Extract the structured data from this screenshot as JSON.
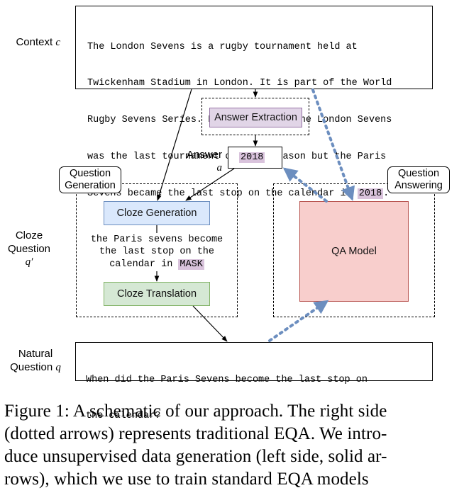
{
  "labels": {
    "context_word": "Context",
    "context_var": "c",
    "answer_word": "Answer",
    "answer_var": "a",
    "cloze_line1": "Cloze",
    "cloze_line2": "Question",
    "cloze_var": "q′",
    "natural_line1": "Natural",
    "natural_line2": "Question",
    "natural_var": "q"
  },
  "context": {
    "lines": [
      "The London Sevens is a rugby tournament held at",
      "Twickenham Stadium in London. It is part of the World",
      "Rugby Sevens Series. For many years the London Sevens",
      "was the last tournament of each season but the Paris",
      "Sevens became the last stop on the calendar in "
    ],
    "highlight": "2018",
    "end": "."
  },
  "nodes": {
    "answer_extraction": "Answer Extraction",
    "answer_value": "2018",
    "cloze_generation": "Cloze Generation",
    "cloze_translation": "Cloze Translation",
    "qa_model": "QA Model"
  },
  "groups": {
    "question_generation": [
      "Question",
      "Generation"
    ],
    "question_answering": [
      "Question",
      "Answering"
    ]
  },
  "cloze_text": {
    "line1": "the Paris sevens become",
    "line2": "the last stop on the",
    "line3": "calendar in ",
    "mask": "MASK"
  },
  "natural_question": {
    "line1": "When did the Paris Sevens become the last stop on",
    "line2": "the calendar?"
  },
  "caption": {
    "lines": [
      "Figure 1: A schematic of our approach. The right side",
      "(dotted arrows) represents traditional EQA. We intro-",
      "duce unsupervised data generation (left side, solid ar-",
      "rows), which we use to train standard EQA models"
    ]
  },
  "colors": {
    "highlight": "#d9c3dc",
    "answer_extraction_fill": "#e1d5e7",
    "cloze_generation_fill": "#dae8fc",
    "cloze_generation_border": "#6c8ebf",
    "cloze_translation_fill": "#d5e8d4",
    "cloze_translation_border": "#82b366",
    "qa_model_fill": "#f8cecc",
    "qa_model_border": "#b85450",
    "dotted_arrow": "#6c8ebf"
  }
}
